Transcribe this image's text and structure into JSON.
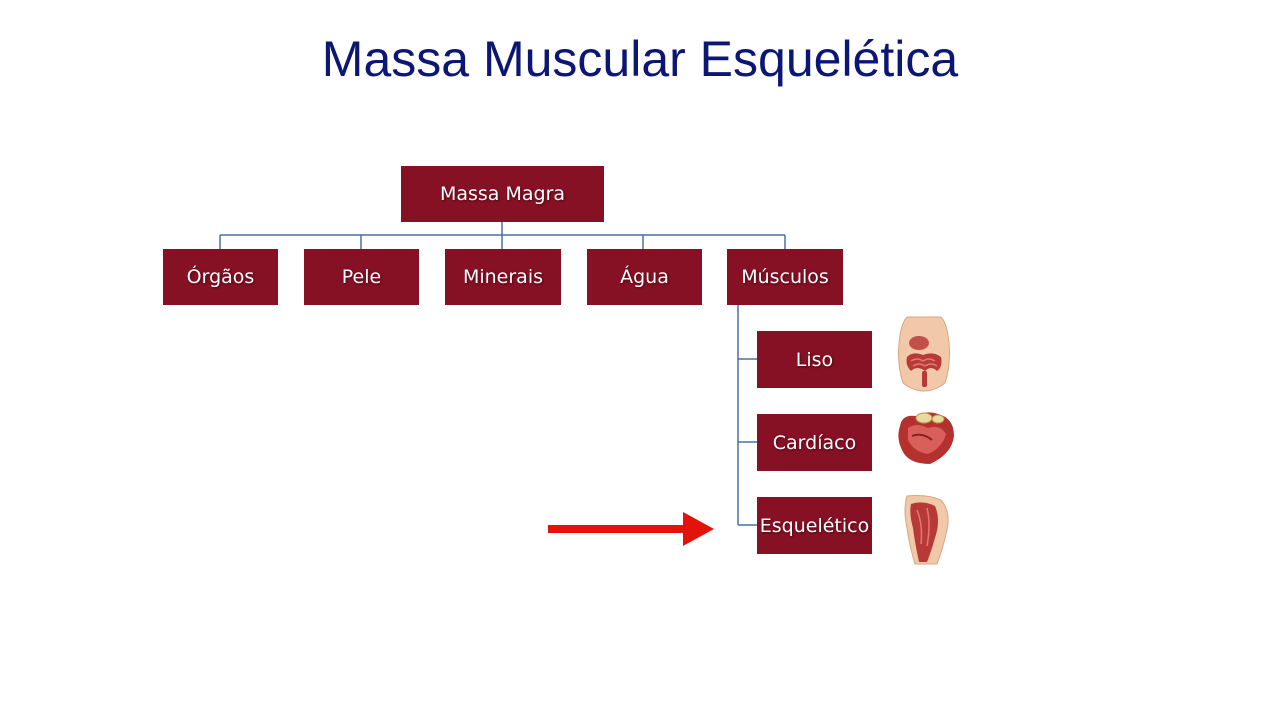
{
  "slide": {
    "title": "Massa Muscular Esquelética"
  },
  "tree": {
    "root": "Massa Magra",
    "children": [
      "Órgãos",
      "Pele",
      "Minerais",
      "Água",
      "Músculos"
    ],
    "muscle_types": [
      "Liso",
      "Cardíaco",
      "Esquelético"
    ]
  },
  "colors": {
    "box_fill": "#861024",
    "box_text": "#ffffff",
    "title": "#0c1774",
    "connector": "#4a6fa5",
    "arrow": "#e3120b"
  },
  "illustrations": [
    "intestines-icon",
    "heart-icon",
    "thigh-muscle-icon"
  ],
  "highlight": "Esquelético"
}
